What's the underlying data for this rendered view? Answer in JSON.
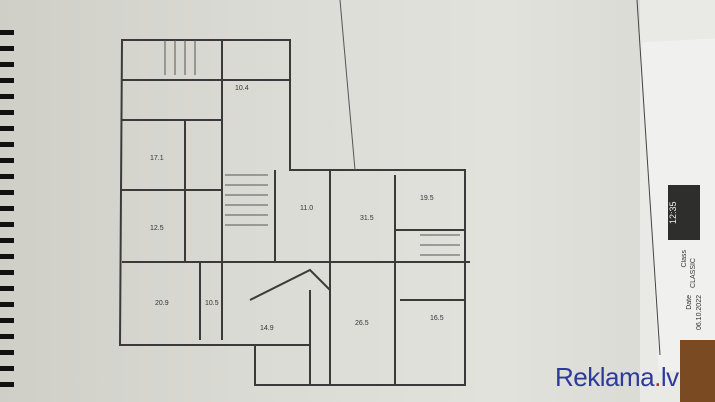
{
  "watermark": {
    "brand": "Reklama",
    "dot": ".",
    "tld": "lv"
  },
  "ticket": {
    "time": "12:35",
    "date_label": "Date",
    "date": "06.10.2022",
    "class_label": "Class",
    "class_value": "CLASSIC"
  },
  "plan": {
    "rooms": [
      "17.1",
      "12.5",
      "20.9",
      "10.5",
      "11.0",
      "31.5",
      "19.5",
      "26.5",
      "16.5",
      "10.4",
      "14.9"
    ]
  }
}
